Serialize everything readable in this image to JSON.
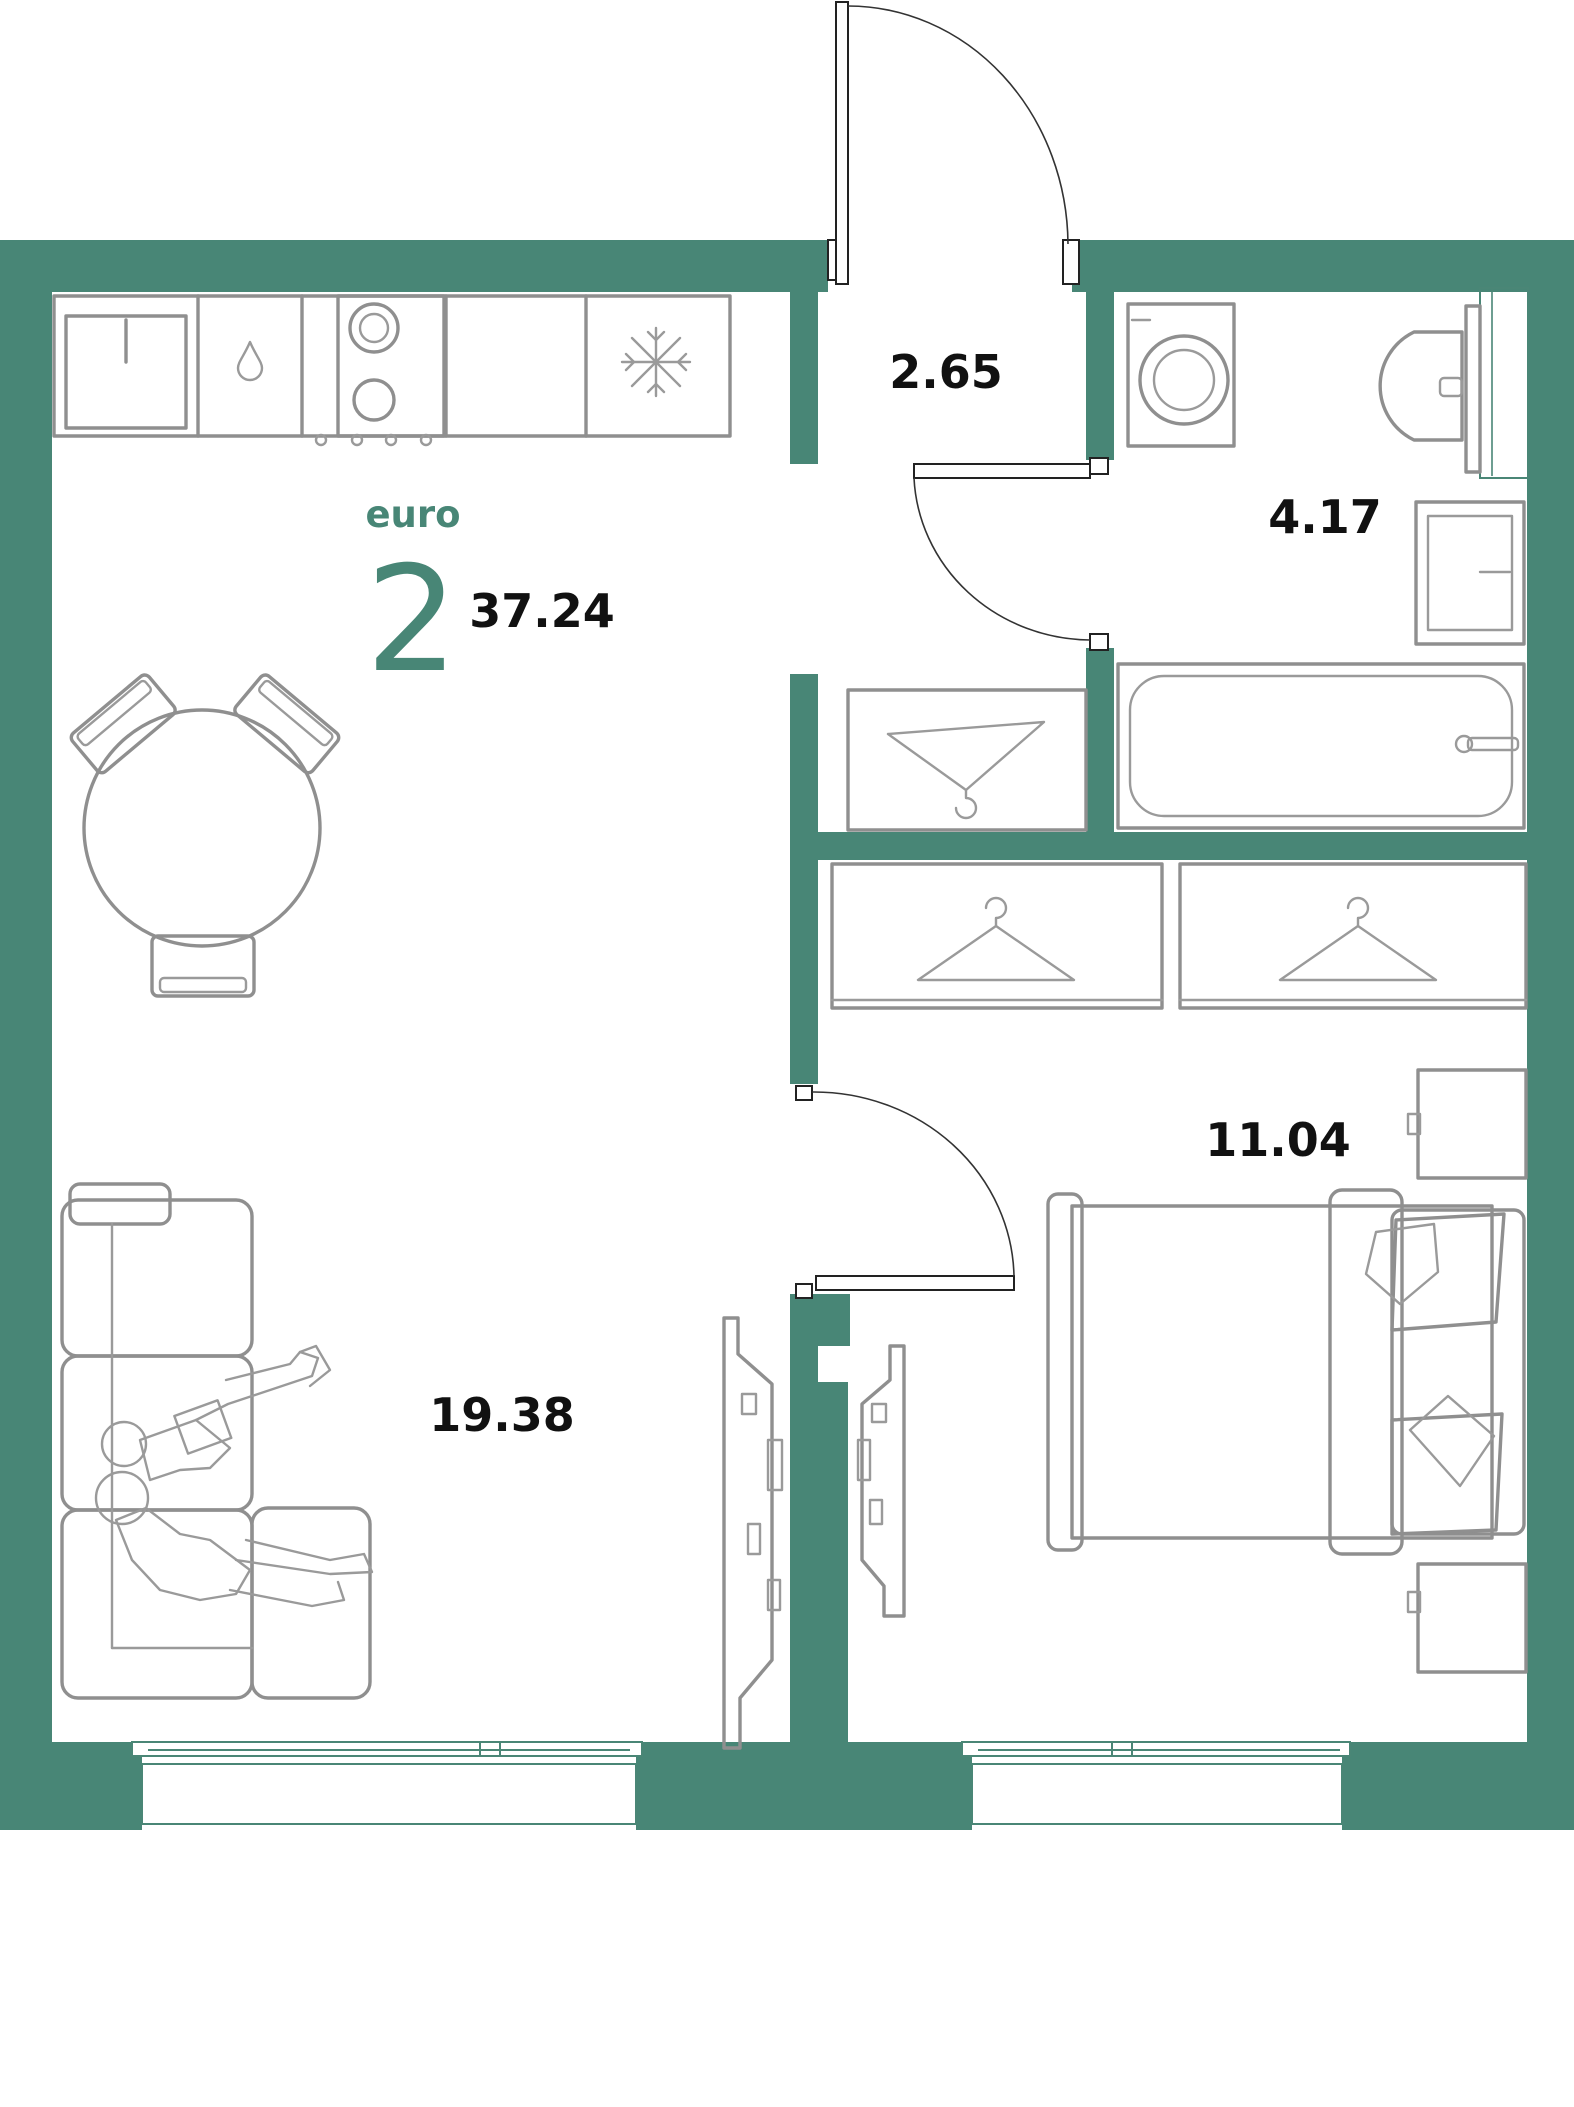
{
  "apartment": {
    "type_label": "euro",
    "rooms_count": "2",
    "total_area": "37.24"
  },
  "rooms": [
    {
      "id": "hall",
      "area": "2.65"
    },
    {
      "id": "bathroom",
      "area": "4.17"
    },
    {
      "id": "bedroom",
      "area": "11.04"
    },
    {
      "id": "living-kitchen",
      "area": "19.38"
    }
  ],
  "colors": {
    "wall": "#488676",
    "furniture": "#8f8f8f",
    "accent": "#488676",
    "label": "#111111"
  },
  "icons": [
    "sink-icon",
    "water-drop-icon",
    "stove-icon",
    "snowflake-icon",
    "washing-machine-icon",
    "toilet-icon",
    "bathtub-icon",
    "hanger-icon",
    "table-icon",
    "chair-icon",
    "sofa-icon",
    "people-icon",
    "tv-icon",
    "bed-icon",
    "pillow-icon",
    "nightstand-icon",
    "door-icon",
    "window-icon"
  ]
}
